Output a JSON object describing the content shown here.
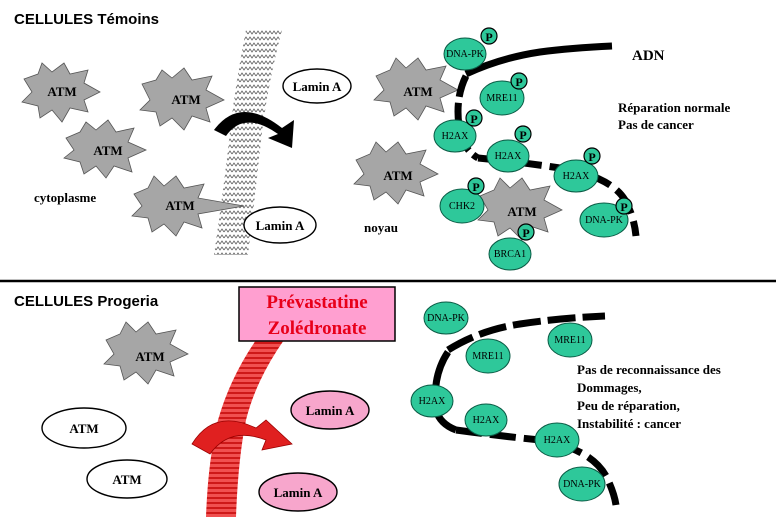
{
  "top_panel": {
    "title": "CELLULES Témoins",
    "cytoplasm_label": "cytoplasme",
    "nucleus_label": "noyau",
    "dna_label": "ADN",
    "atm": [
      "ATM",
      "ATM",
      "ATM",
      "ATM",
      "ATM",
      "ATM",
      "ATM"
    ],
    "lamin": [
      "Lamin A",
      "Lamin A"
    ],
    "proteins": [
      "DNA-PK",
      "MRE11",
      "H2AX",
      "H2AX",
      "H2AX",
      "CHK2",
      "DNA-PK",
      "BRCA1"
    ],
    "phospho_marker": "P",
    "note_line1": "Réparation normale",
    "note_line2": "Pas de cancer"
  },
  "bottom_panel": {
    "title": "CELLULES Progeria",
    "drug_line1": "Prévastatine",
    "drug_line2": "Zolédronate",
    "atm": [
      "ATM",
      "ATM",
      "ATM"
    ],
    "lamin": [
      "Lamin A",
      "Lamin A"
    ],
    "proteins": [
      "DNA-PK",
      "MRE11",
      "MRE11",
      "H2AX",
      "H2AX",
      "H2AX",
      "DNA-PK"
    ],
    "note_line1": "Pas de reconnaissance des",
    "note_line2": "Dommages,",
    "note_line3": "Peu de réparation,",
    "note_line4": "Instabilité : cancer"
  },
  "colors": {
    "atm_fill": "#a6a6a6",
    "protein_fill": "#2ec89a",
    "lamin_pink": "#f7a6cc",
    "drug_box": "#ff9fd0",
    "drug_text": "#e8001a",
    "red_lamina": "#e02020"
  }
}
